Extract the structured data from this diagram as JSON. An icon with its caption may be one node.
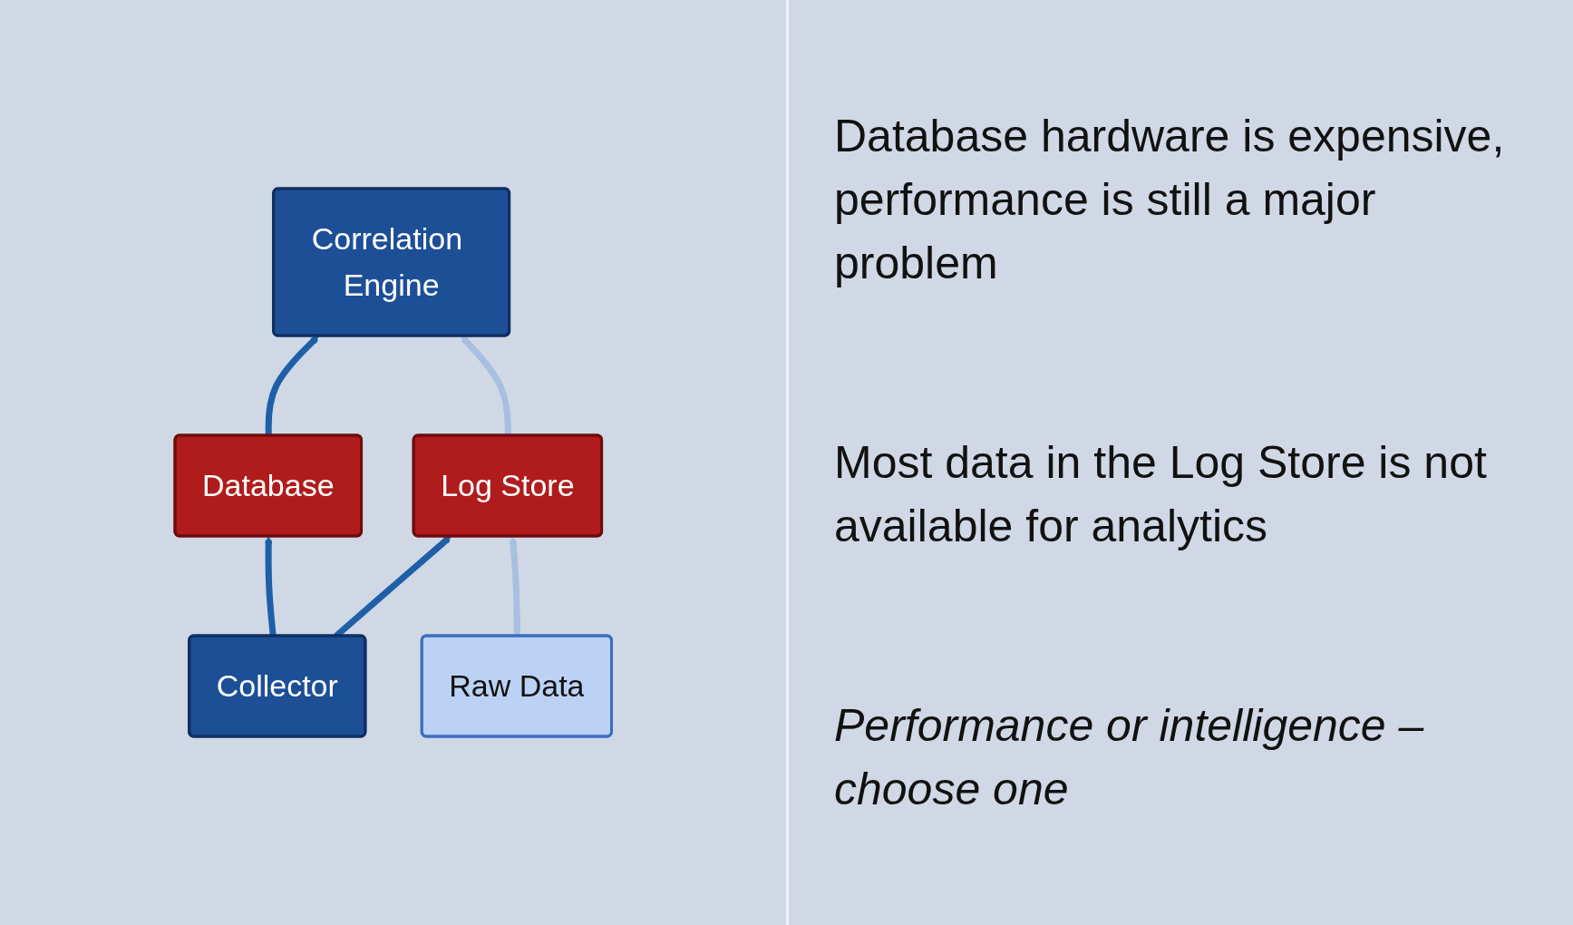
{
  "diagram": {
    "nodes": [
      {
        "text": [
          "Correlation Engine"
        ]
      },
      {
        "text": [
          "Database"
        ]
      },
      {
        "text": [
          "Log Store"
        ]
      },
      {
        "text": [
          "Collector"
        ]
      },
      {
        "text": [
          "Raw Data"
        ]
      }
    ],
    "edges": [
      {
        "from": 1,
        "to": 0,
        "arrow": "to"
      },
      {
        "from": 2,
        "to": 0,
        "arrow": "to",
        "color": "#a9bfdf"
      },
      {
        "from": 3,
        "to": 1,
        "arrow": "to"
      },
      {
        "from": 3,
        "to": 2,
        "arrow": "to"
      },
      {
        "from": 4,
        "to": 2,
        "arrow": "to",
        "color": "#a9bfdf"
      }
    ],
    "labels": [
      "Database hardware is expensive, performance is still a major problem",
      "Most data in the Log Store is not available for analytics",
      "Performance or intelligence – choose one"
    ]
  }
}
